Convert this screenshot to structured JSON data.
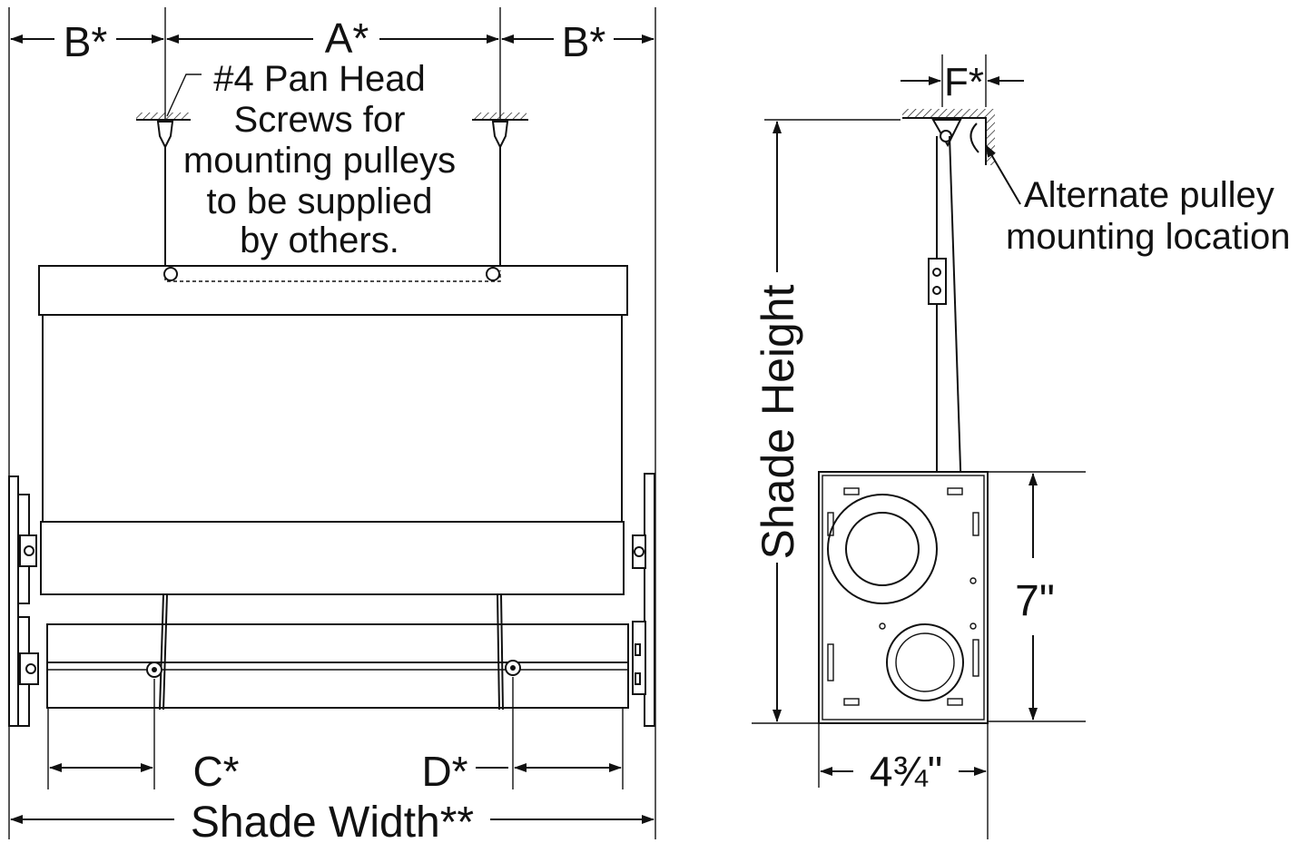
{
  "labels": {
    "dim_b_left": "B*",
    "dim_a": "A*",
    "dim_b_right": "B*",
    "dim_c": "C*",
    "dim_d": "D*",
    "dim_f": "F*",
    "shade_width": "Shade Width**",
    "shade_height": "Shade Height",
    "height_7": "7\"",
    "width_4_3_4": "4¾\"",
    "screw_note": [
      "#4 Pan Head",
      "Screws for",
      "mounting pulleys",
      "to be supplied",
      "by others."
    ],
    "alternate_note": [
      "Alternate pulley",
      "mounting location"
    ]
  }
}
